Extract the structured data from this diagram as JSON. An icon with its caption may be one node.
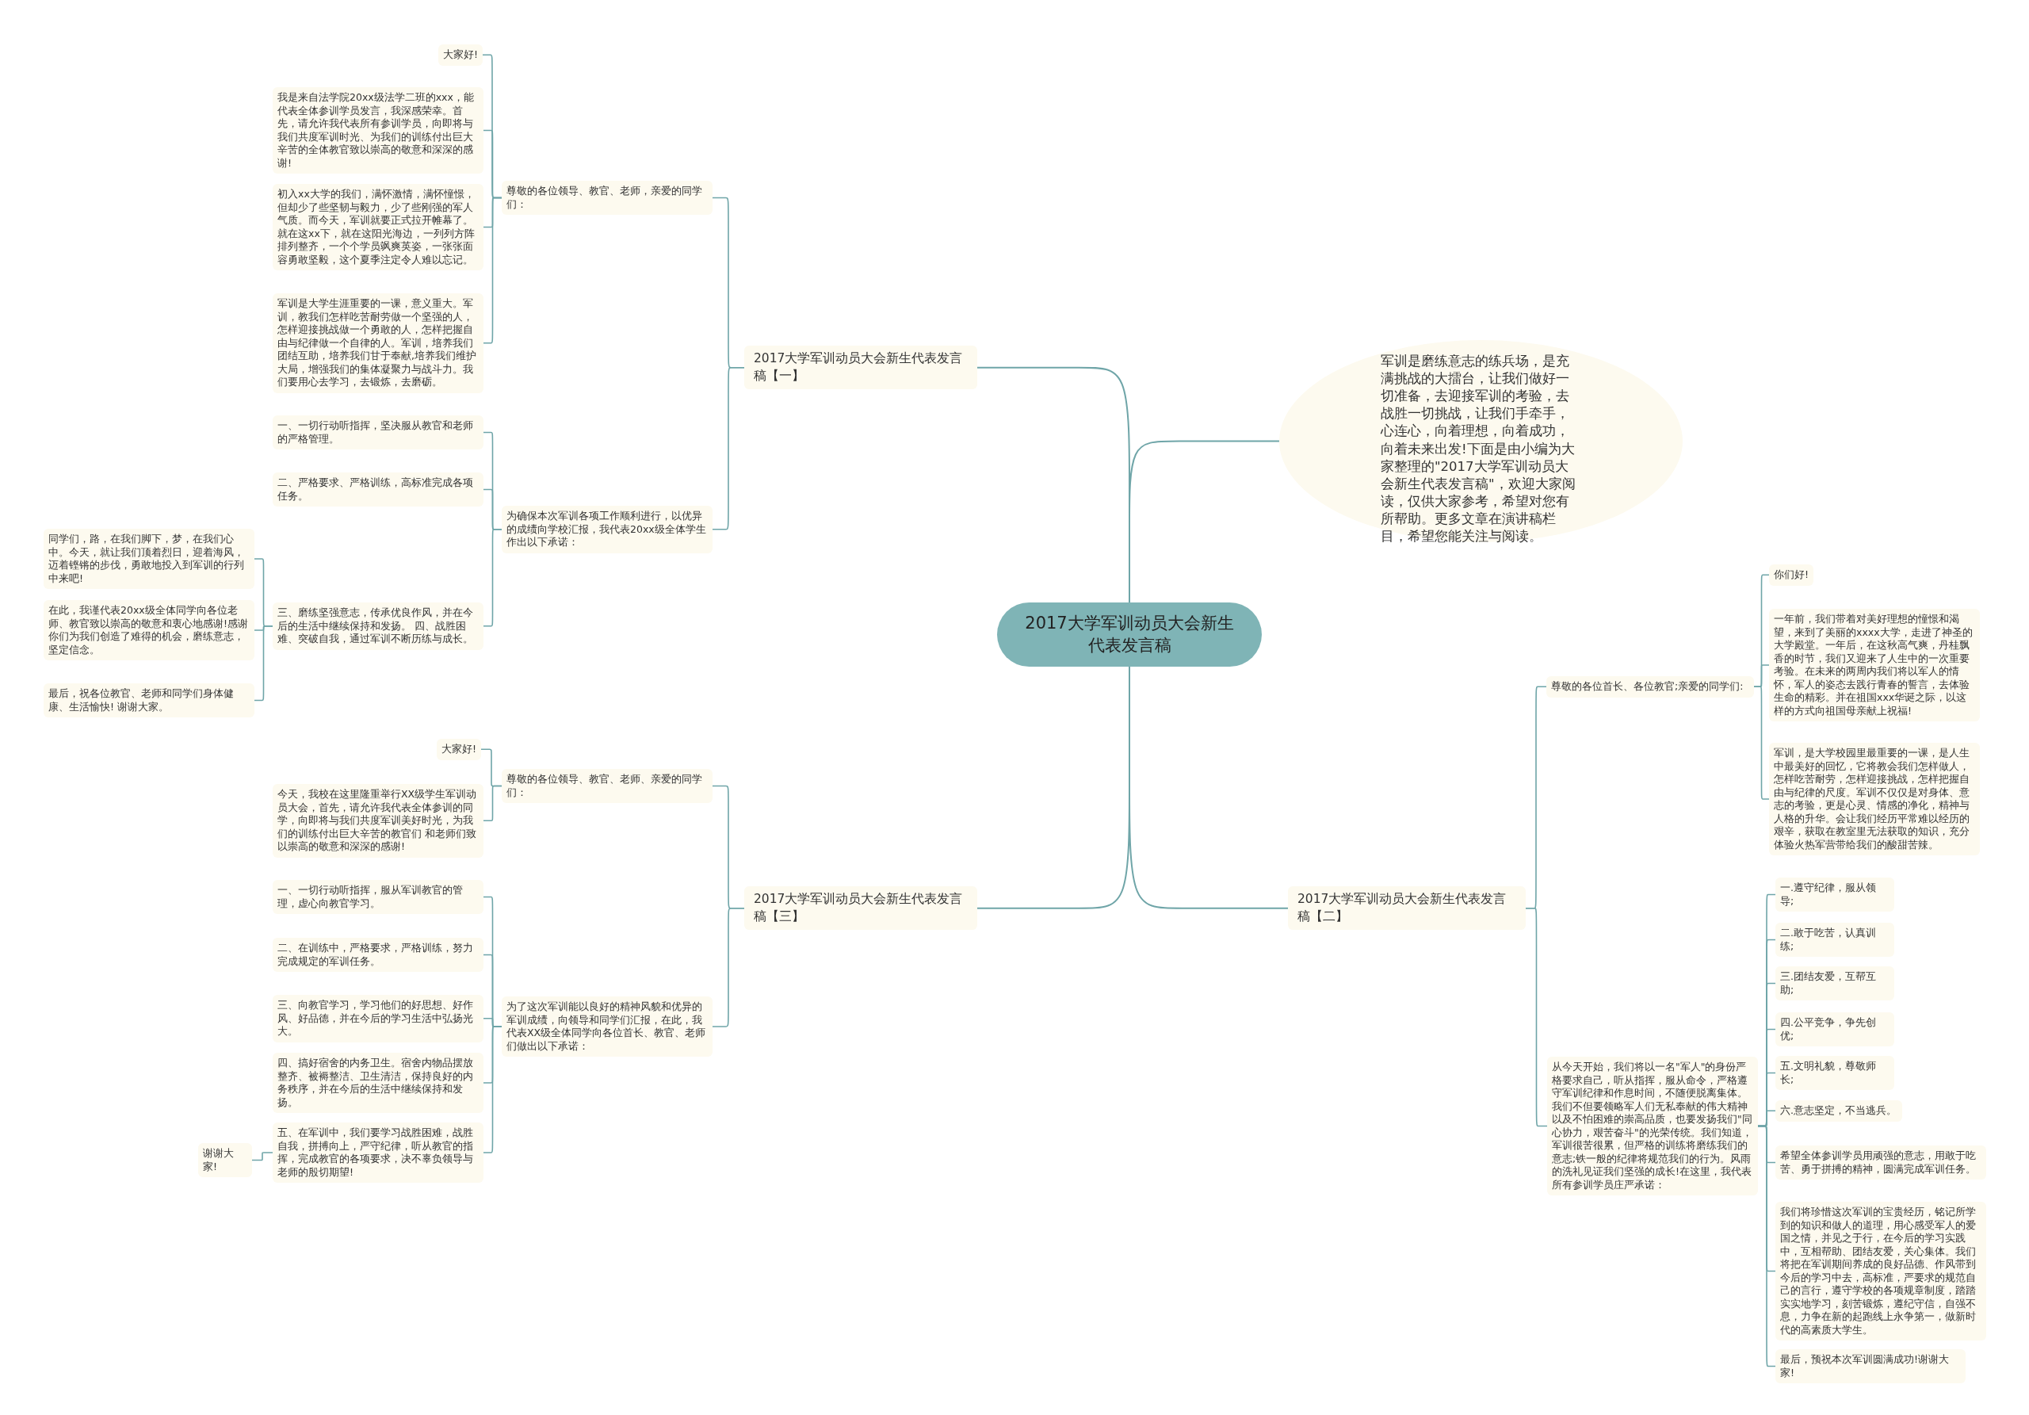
{
  "diagram": {
    "nodes": [
      {
        "text": [
          "2017大学军训动员大会新生代表发言稿"
        ]
      },
      {
        "text": [
          "2017大学军训动员大会新生代表发言稿【一】"
        ]
      },
      {
        "text": [
          "尊敬的各位领导、教官、老师，亲爱的同学们："
        ]
      },
      {
        "text": [
          "大家好!"
        ]
      },
      {
        "text": [
          "我是来自法学院20xx级法学二班的xxx，能代表全体参训学员发言，我深感荣幸。首先，请允许我代表所有参训学员，向即将与我们共度军训时光、为我们的训练付出巨大辛苦的全体教官致以崇高的敬意和深深的感谢!"
        ]
      },
      {
        "text": [
          "初入xx大学的我们，满怀激情，满怀憧憬，但却少了些坚韧与毅力，少了些刚强的军人气质。而今天，军训就要正式拉开帷幕了。就在这xx下，就在这阳光海边，一列列方阵排列整齐，一个个学员飒爽英姿，一张张面容勇敢坚毅，这个夏季注定令人难以忘记。"
        ]
      },
      {
        "text": [
          "军训是大学生涯重要的一课，意义重大。军训，教我们怎样吃苦耐劳做一个坚强的人，怎样迎接挑战做一个勇敢的人，怎样把握自由与纪律做一个自律的人。军训，培养我们团结互助，培养我们甘于奉献,培养我们维护大局，增强我们的集体凝聚力与战斗力。我们要用心去学习，去锻炼，去磨砺。"
        ]
      },
      {
        "text": [
          "为确保本次军训各项工作顺利进行，以优异的成绩向学校汇报，我代表20xx级全体学生作出以下承诺："
        ]
      },
      {
        "text": [
          "一、一切行动听指挥，坚决服从教官和老师的严格管理。"
        ]
      },
      {
        "text": [
          "二、严格要求、严格训练，高标准完成各项任务。"
        ]
      },
      {
        "text": [
          "三、磨练坚强意志，传承优良作风，并在今后的生活中继续保持和发扬。 四、战胜困难、突破自我，通过军训不断历练与成长。"
        ]
      },
      {
        "text": [
          "同学们，路，在我们脚下，梦，在我们心中。今天，就让我们顶着烈日，迎着海风，迈着铿锵的步伐，勇敢地投入到军训的行列中来吧!"
        ]
      },
      {
        "text": [
          "在此，我谨代表20xx级全体同学向各位老师、教官致以崇高的敬意和衷心地感谢!感谢你们为我们创造了难得的机会，磨练意志，坚定信念。"
        ]
      },
      {
        "text": [
          "最后，祝各位教官、老师和同学们身体健康、生活愉快! 谢谢大家。"
        ]
      },
      {
        "text": [
          "2017大学军训动员大会新生代表发言稿【三】"
        ]
      },
      {
        "text": [
          "尊敬的各位领导、教官、老师、亲爱的同学们："
        ]
      },
      {
        "text": [
          "大家好!"
        ]
      },
      {
        "text": [
          "今天，我校在这里隆重举行XX级学生军训动员大会，首先，请允许我代表全体参训的同学，向即将与我们共度军训美好时光，为我们的训练付出巨大辛苦的教官们 和老师们致以崇高的敬意和深深的感谢!"
        ]
      },
      {
        "text": [
          "为了这次军训能以良好的精神风貌和优异的军训成绩，向领导和同学们汇报，在此，我代表XX级全体同学向各位首长、教官、老师们做出以下承诺："
        ]
      },
      {
        "text": [
          "一、一切行动听指挥，服从军训教官的管理，虚心向教官学习。"
        ]
      },
      {
        "text": [
          "二、在训练中，严格要求，严格训练，努力完成规定的军训任务。"
        ]
      },
      {
        "text": [
          "三、向教官学习，学习他们的好思想、好作风、好品德，并在今后的学习生活中弘扬光大。"
        ]
      },
      {
        "text": [
          "四、搞好宿舍的内务卫生。宿舍内物品摆放整齐、被褥整洁、卫生清洁，保持良好的内务秩序，并在今后的生活中继续保持和发扬。"
        ]
      },
      {
        "text": [
          "五、在军训中，我们要学习战胜困难，战胜自我，拼搏向上，严守纪律，听从教官的指挥，完成教官的各项要求，决不辜负领导与老师的殷切期望!"
        ]
      },
      {
        "text": [
          "谢谢大家!"
        ]
      },
      {
        "text": [
          "军训是磨练意志的练兵场，是充满挑战的大擂台，让我们做好一切准备，去迎接军训的考验，去战胜一切挑战，让我们手牵手，心连心，向着理想，向着成功，向着未来出发!下面是由小编为大家整理的\"2017大学军训动员大会新生代表发言稿\"，欢迎大家阅读，仅供大家参考，希望对您有所帮助。更多文章在演讲稿栏目，希望您能关注与阅读。"
        ]
      },
      {
        "text": [
          "2017大学军训动员大会新生代表发言稿【二】"
        ]
      },
      {
        "text": [
          "尊敬的各位首长、各位教官;亲爱的同学们:"
        ]
      },
      {
        "text": [
          "你们好!"
        ]
      },
      {
        "text": [
          "一年前，我们带着对美好理想的憧憬和渴望，来到了美丽的xxxx大学，走进了神圣的大学殿堂。一年后，在这秋高气爽，丹桂飘香的时节，我们又迎来了人生中的一次重要考验。在未来的两周内我们将以军人的情怀，军人的姿态去践行青春的誓言，去体验生命的精彩。并在祖国xxx华诞之际，以这样的方式向祖国母亲献上祝福!"
        ]
      },
      {
        "text": [
          "军训，是大学校园里最重要的一课，是人生中最美好的回忆，它将教会我们怎样做人，怎样吃苦耐劳，怎样迎接挑战，怎样把握自由与纪律的尺度。军训不仅仅是对身体、意志的考验，更是心灵、情感的净化，精神与人格的升华。会让我们经历平常难以经历的艰辛，获取在教室里无法获取的知识，充分体验火热军营带给我们的酸甜苦辣。"
        ]
      },
      {
        "text": [
          "从今天开始，我们将以一名\"军人\"的身份严格要求自己，听从指挥，服从命令，严格遵守军训纪律和作息时间，不随便脱离集体。我们不但要领略军人们无私奉献的伟大精神以及不怕困难的崇高品质，也要发扬我们\"同心协力，艰苦奋斗\"的光荣传统。我们知道，军训很苦很累，但严格的训练将磨练我们的意志;铁一般的纪律将规范我们的行为。风雨的洗礼见证我们坚强的成长!在这里，我代表所有参训学员庄严承诺："
        ]
      },
      {
        "text": [
          "一.遵守纪律，服从领导;"
        ]
      },
      {
        "text": [
          "二.敢于吃苦，认真训练;"
        ]
      },
      {
        "text": [
          "三.团结友爱，互帮互助;"
        ]
      },
      {
        "text": [
          "四.公平竞争，争先创优;"
        ]
      },
      {
        "text": [
          "五.文明礼貌，尊敬师长;"
        ]
      },
      {
        "text": [
          "六.意志坚定，不当逃兵。"
        ]
      },
      {
        "text": [
          "希望全体参训学员用顽强的意志，用敢于吃苦、勇于拼搏的精神，圆满完成军训任务。"
        ]
      },
      {
        "text": [
          "我们将珍惜这次军训的宝贵经历，铭记所学到的知识和做人的道理，用心感受军人的爱国之情，并见之于行，在今后的学习实践中，互相帮助、团结友爱，关心集体。我们将把在军训期间养成的良好品德、作风带到今后的学习中去，高标准，严要求的规范自己的言行，遵守学校的各项规章制度，踏踏实实地学习，刻苦锻炼，遵纪守信，自强不息，力争在新的起跑线上永争第一，做新时代的高素质大学生。"
        ]
      },
      {
        "text": [
          "最后，预祝本次军训圆满成功!谢谢大家!"
        ]
      }
    ],
    "edges": [
      {
        "from": 0,
        "to": 1,
        "arrow": "none"
      },
      {
        "from": 1,
        "to": 2,
        "arrow": "none"
      },
      {
        "from": 2,
        "to": 3,
        "arrow": "none"
      },
      {
        "from": 2,
        "to": 4,
        "arrow": "none"
      },
      {
        "from": 2,
        "to": 5,
        "arrow": "none"
      },
      {
        "from": 2,
        "to": 6,
        "arrow": "none"
      },
      {
        "from": 1,
        "to": 7,
        "arrow": "none"
      },
      {
        "from": 7,
        "to": 8,
        "arrow": "none"
      },
      {
        "from": 7,
        "to": 9,
        "arrow": "none"
      },
      {
        "from": 7,
        "to": 10,
        "arrow": "none"
      },
      {
        "from": 10,
        "to": 11,
        "arrow": "none"
      },
      {
        "from": 10,
        "to": 12,
        "arrow": "none"
      },
      {
        "from": 10,
        "to": 13,
        "arrow": "none"
      },
      {
        "from": 0,
        "to": 14,
        "arrow": "none"
      },
      {
        "from": 14,
        "to": 15,
        "arrow": "none"
      },
      {
        "from": 15,
        "to": 16,
        "arrow": "none"
      },
      {
        "from": 15,
        "to": 17,
        "arrow": "none"
      },
      {
        "from": 14,
        "to": 18,
        "arrow": "none"
      },
      {
        "from": 18,
        "to": 19,
        "arrow": "none"
      },
      {
        "from": 18,
        "to": 20,
        "arrow": "none"
      },
      {
        "from": 18,
        "to": 21,
        "arrow": "none"
      },
      {
        "from": 18,
        "to": 22,
        "arrow": "none"
      },
      {
        "from": 18,
        "to": 23,
        "arrow": "none"
      },
      {
        "from": 23,
        "to": 24,
        "arrow": "none"
      },
      {
        "from": 0,
        "to": 25,
        "arrow": "none"
      },
      {
        "from": 0,
        "to": 26,
        "arrow": "none"
      },
      {
        "from": 26,
        "to": 27,
        "arrow": "none"
      },
      {
        "from": 27,
        "to": 28,
        "arrow": "none"
      },
      {
        "from": 27,
        "to": 29,
        "arrow": "none"
      },
      {
        "from": 27,
        "to": 30,
        "arrow": "none"
      },
      {
        "from": 26,
        "to": 31,
        "arrow": "none"
      },
      {
        "from": 31,
        "to": 32,
        "arrow": "none"
      },
      {
        "from": 31,
        "to": 33,
        "arrow": "none"
      },
      {
        "from": 31,
        "to": 34,
        "arrow": "none"
      },
      {
        "from": 31,
        "to": 35,
        "arrow": "none"
      },
      {
        "from": 31,
        "to": 36,
        "arrow": "none"
      },
      {
        "from": 31,
        "to": 37,
        "arrow": "none"
      },
      {
        "from": 31,
        "to": 38,
        "arrow": "none"
      },
      {
        "from": 31,
        "to": 39,
        "arrow": "none"
      },
      {
        "from": 31,
        "to": 40,
        "arrow": "none"
      }
    ]
  }
}
